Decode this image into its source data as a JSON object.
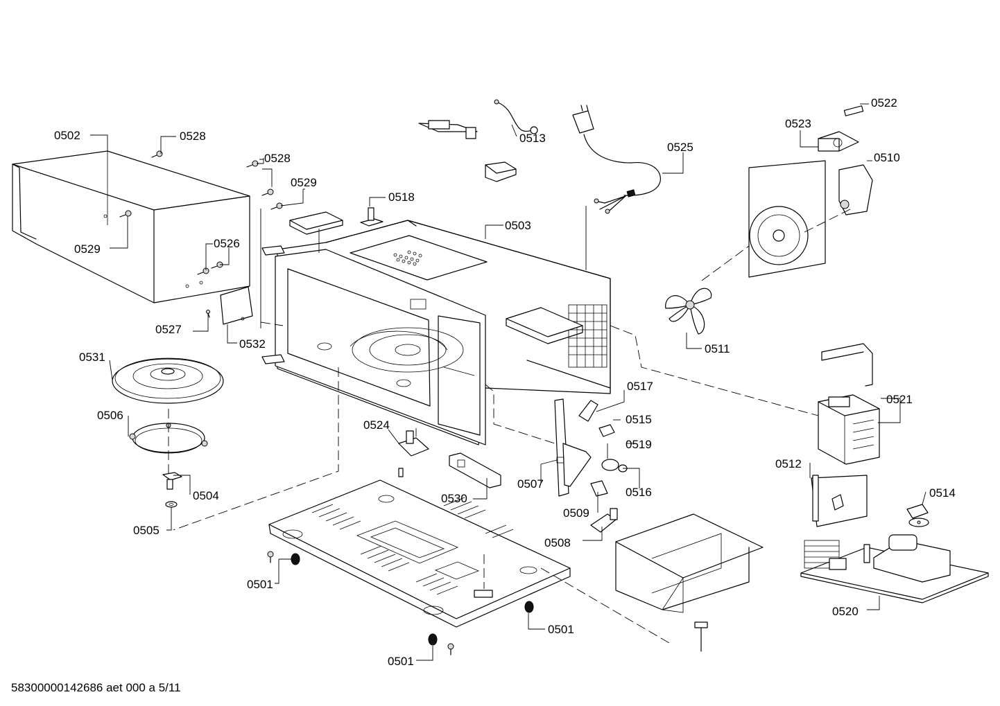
{
  "footer": "58300000142686 aet 000 a 5/11",
  "labels": {
    "p0501a": "0501",
    "p0501b": "0501",
    "p0501c": "0501",
    "p0502": "0502",
    "p0503": "0503",
    "p0504": "0504",
    "p0505": "0505",
    "p0506": "0506",
    "p0507": "0507",
    "p0508": "0508",
    "p0509": "0509",
    "p0510": "0510",
    "p0511": "0511",
    "p0512": "0512",
    "p0513": "0513",
    "p0514": "0514",
    "p0515": "0515",
    "p0516": "0516",
    "p0517": "0517",
    "p0518": "0518",
    "p0519": "0519",
    "p0520": "0520",
    "p0521": "0521",
    "p0522": "0522",
    "p0523": "0523",
    "p0524": "0524",
    "p0525": "0525",
    "p0526": "0526",
    "p0527": "0527",
    "p0528a": "0528",
    "p0528b": "0528",
    "p0529a": "0529",
    "p0529b": "0529",
    "p0530": "0530",
    "p0531": "0531",
    "p0532": "0532"
  }
}
